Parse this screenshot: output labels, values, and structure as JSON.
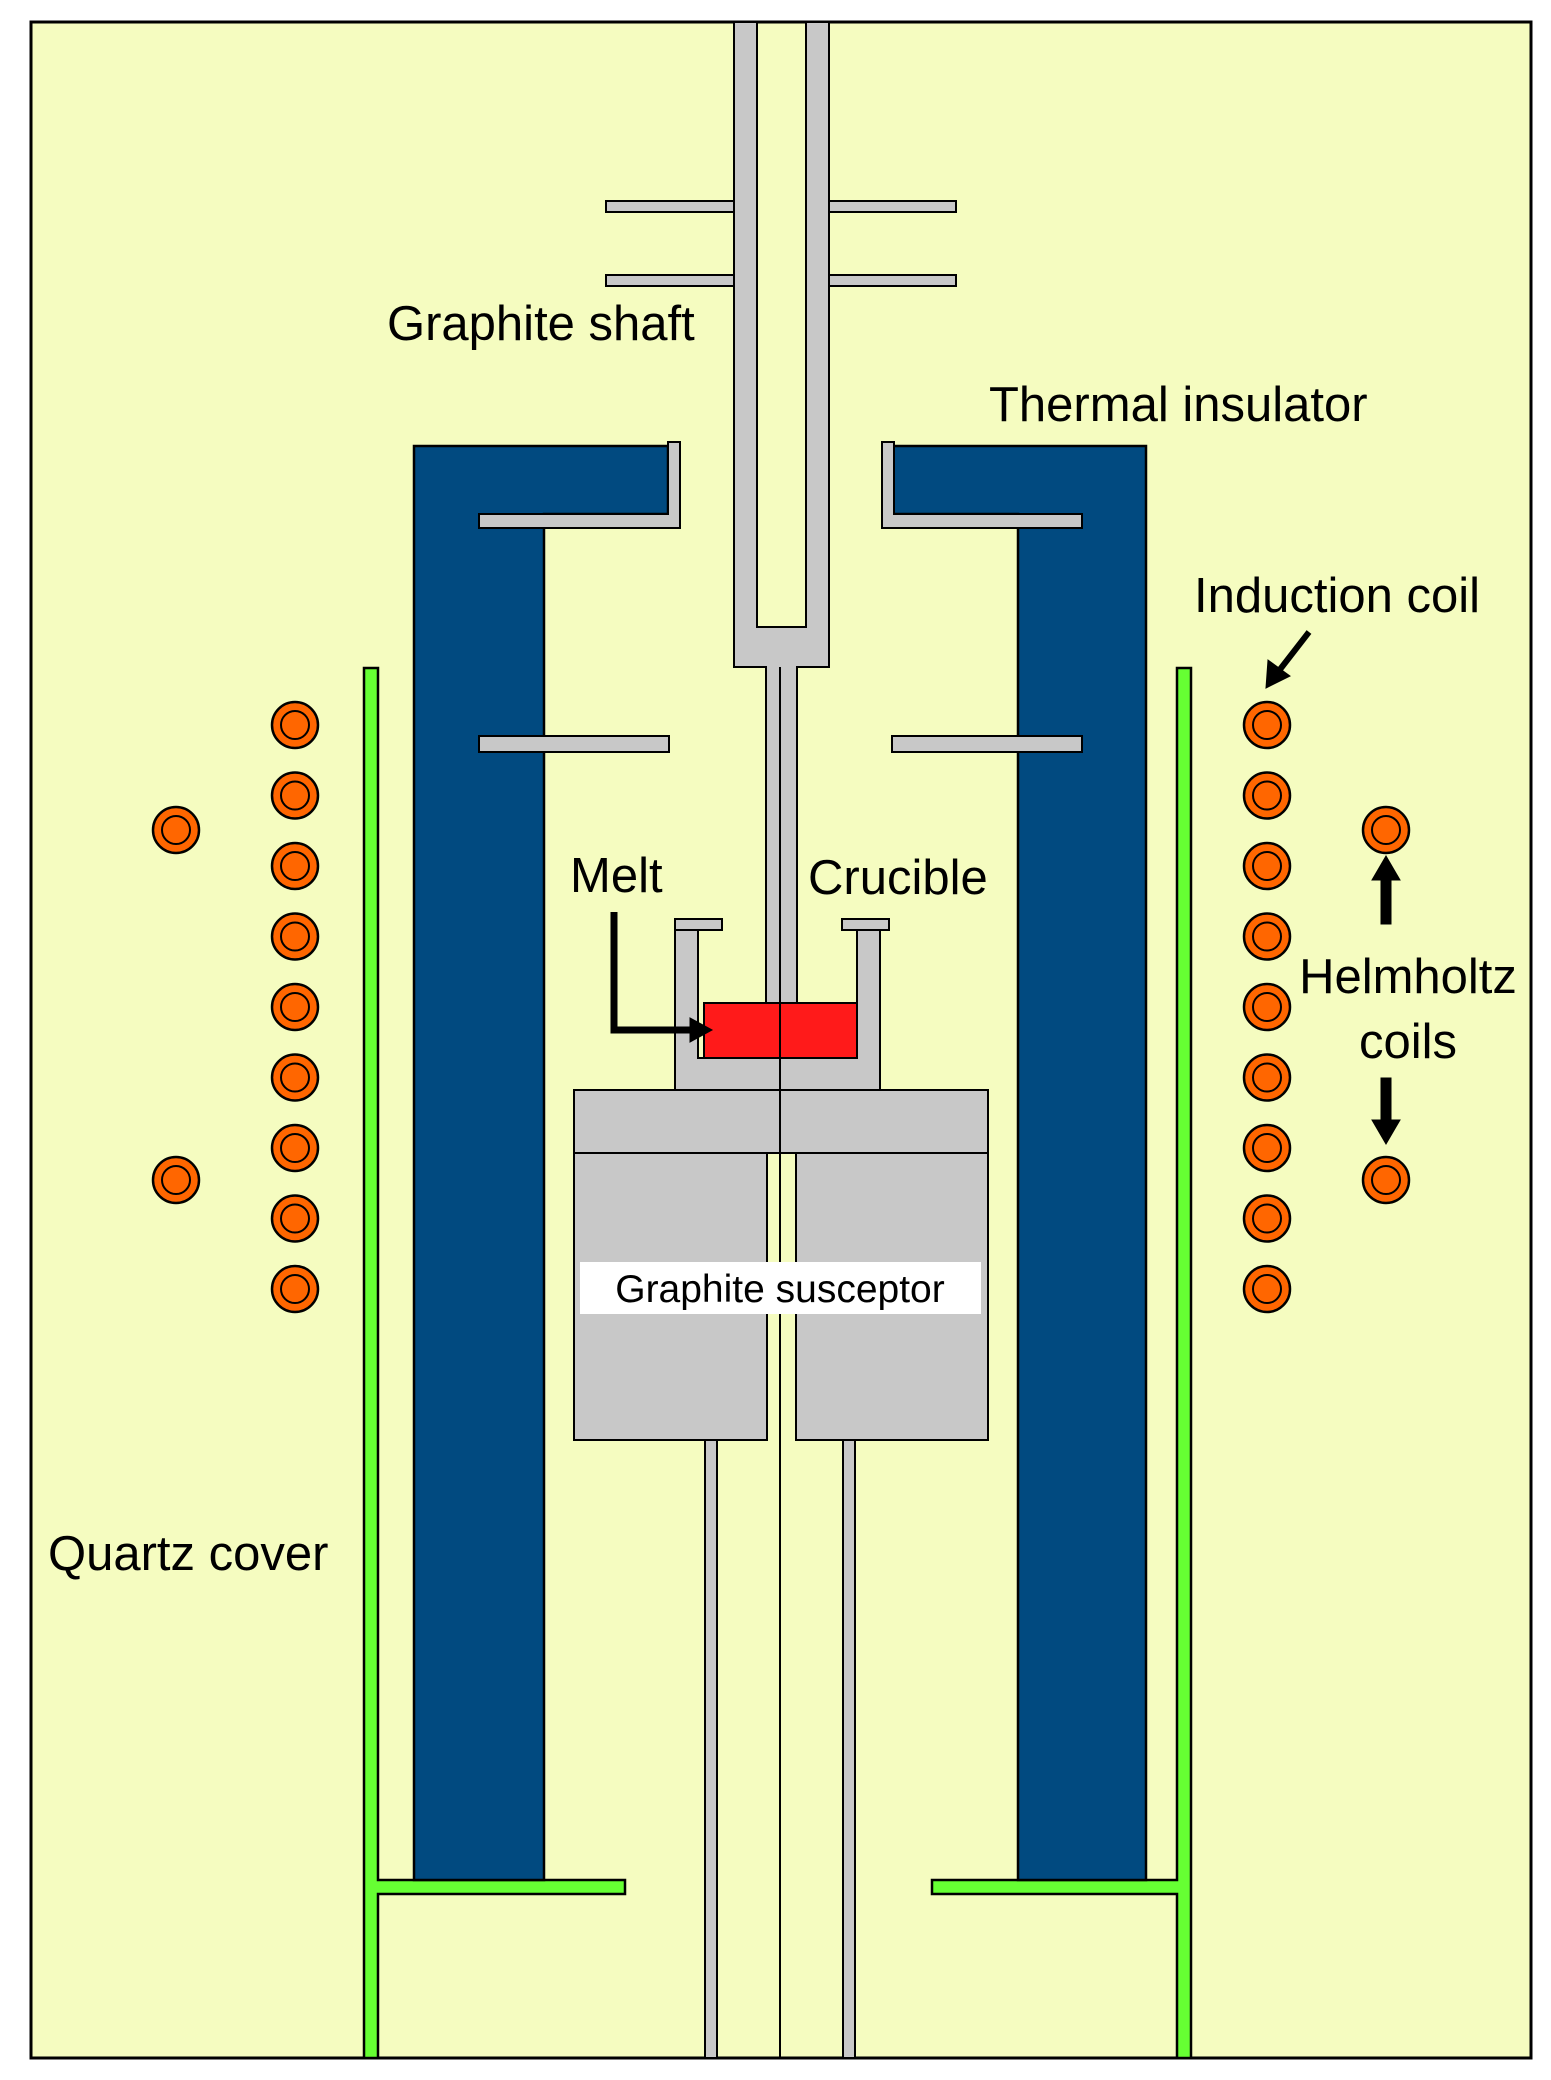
{
  "labels": {
    "graphite_shaft": "Graphite shaft",
    "thermal_insulator": "Thermal insulator",
    "induction_coil": "Induction coil",
    "melt": "Melt",
    "crucible": "Crucible",
    "helmholtz_line1": "Helmholtz",
    "helmholtz_line2": "coils",
    "graphite_susceptor": "Graphite susceptor",
    "quartz_cover": "Quartz cover"
  },
  "colors": {
    "background": "#f5fcc0",
    "thermal_insulator": "#014a80",
    "graphite": "#c8c8c8",
    "melt": "#ff1a1a",
    "quartz": "#66ff33",
    "coil": "#ff6600",
    "outline": "#000000"
  }
}
